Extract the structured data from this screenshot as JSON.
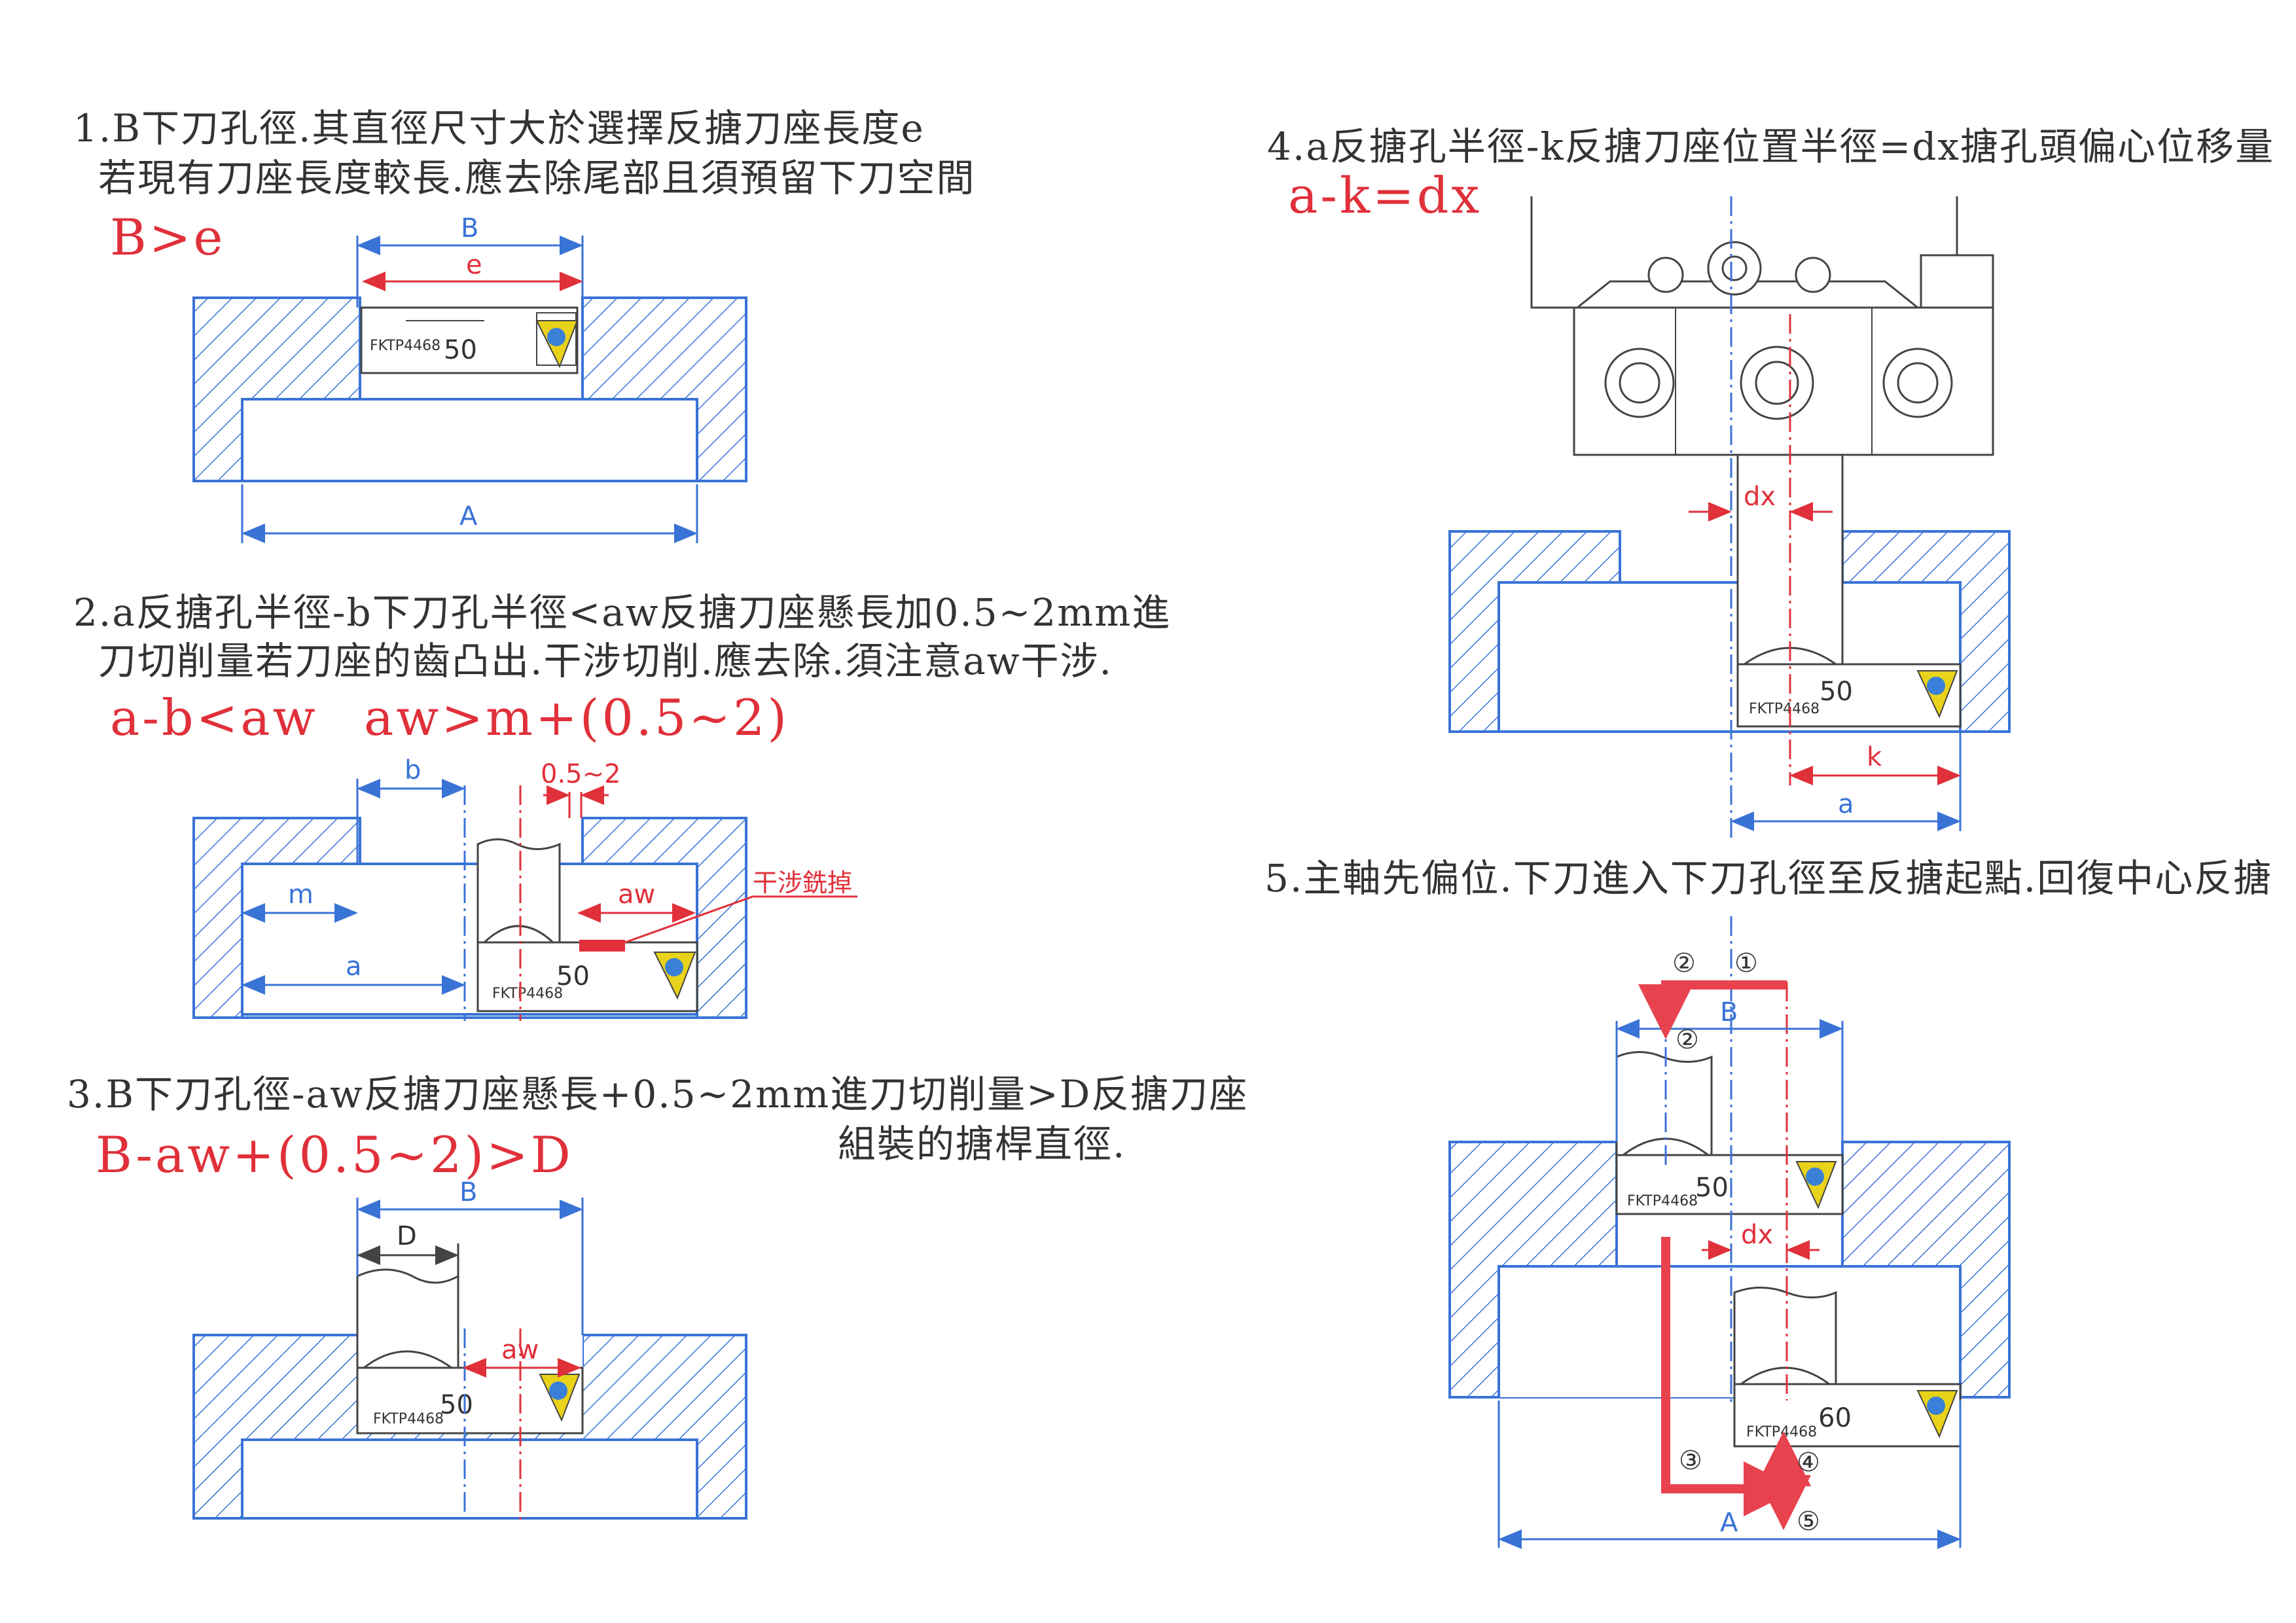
{
  "steps": {
    "s1_line1": "1.B下刀孔徑.其直徑尺寸大於選擇反搪刀座長度e",
    "s1_line2": "若現有刀座長度較長.應去除尾部且須預留下刀空間",
    "s1_formula": "B>e",
    "s2_line1": "2.a反搪孔半徑-b下刀孔半徑<aw反搪刀座懸長加0.5~2mm進",
    "s2_line2": "刀切削量若刀座的齒凸出.干涉切削.應去除.須注意aw干涉.",
    "s2_formula1": "a-b<aw",
    "s2_formula2": "aw>m+(0.5~2)",
    "s3_line1": "3.B下刀孔徑-aw反搪刀座懸長+0.5~2mm進刀切削量>D反搪刀座",
    "s3_line2": "組裝的搪桿直徑.",
    "s3_formula": "B-aw+(0.5~2)>D",
    "s4_line1": "4.a反搪孔半徑-k反搪刀座位置半徑=dx搪孔頭偏心位移量",
    "s4_formula": "a-k=dx",
    "s5_line1": "5.主軸先偏位.下刀進入下刀孔徑至反搪起點.回復中心反搪"
  },
  "labels": {
    "B": "B",
    "e": "e",
    "A": "A",
    "b": "b",
    "m": "m",
    "a": "a",
    "aw": "aw",
    "D": "D",
    "k": "k",
    "dx": "dx",
    "range": "0.5~2",
    "interference": "干涉銑掉",
    "holder_code": "FKTP4468",
    "holder_size": "50",
    "holder_size_alt": "60",
    "n1": "①",
    "n2": "②",
    "n3": "③",
    "n4": "④",
    "n5": "⑤"
  },
  "colors": {
    "blue": "#3a73d6",
    "red": "#e0303a",
    "text": "#333333",
    "insert": "#e8d21a"
  }
}
